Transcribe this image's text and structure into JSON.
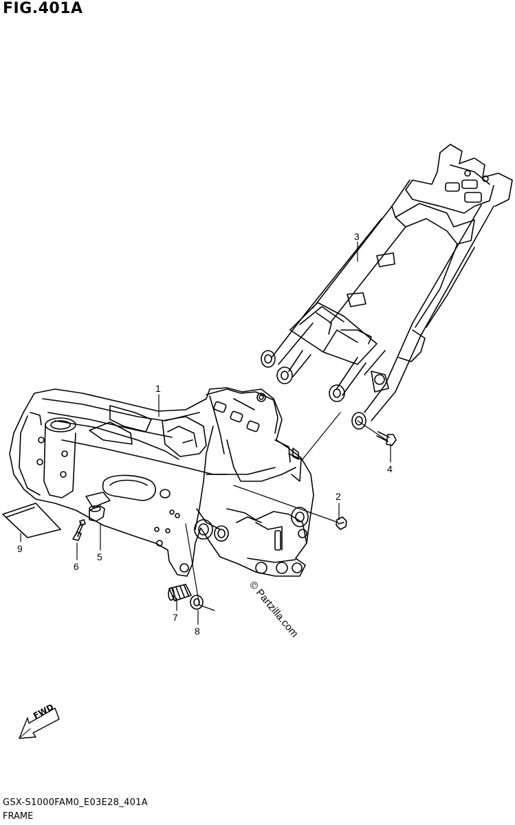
{
  "figure": {
    "title": "FIG.401A",
    "code": "GSX-S1000FAM0_E03E28_401A",
    "name": "FRAME"
  },
  "watermark": "© Partzilla.com",
  "fwd_label": "FWD",
  "callouts": {
    "c1": "1",
    "c2": "2",
    "c3": "3",
    "c4": "4",
    "c5": "5",
    "c6": "6",
    "c7": "7",
    "c8": "8",
    "c9": "9"
  },
  "colors": {
    "line": "#000000",
    "background": "#ffffff"
  }
}
